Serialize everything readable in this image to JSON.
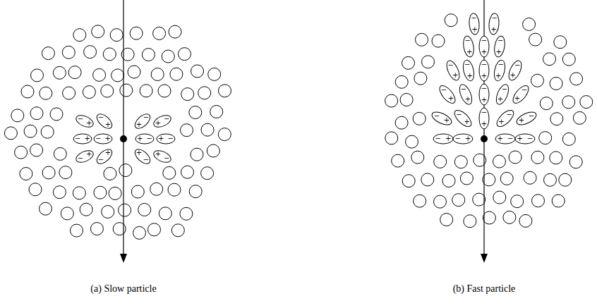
{
  "diagram": {
    "nodes": [
      {
        "text": [
          "−",
          "+"
        ]
      },
      {
        "text": [
          "−",
          "+"
        ]
      },
      {
        "text": [
          "+",
          "−"
        ]
      },
      {
        "text": [
          "+",
          "−"
        ]
      },
      {
        "text": [
          "−",
          "+"
        ]
      },
      {
        "text": [
          "−",
          "+"
        ]
      },
      {
        "text": [
          "+",
          "−"
        ]
      },
      {
        "text": [
          "+",
          "−"
        ]
      },
      {
        "text": [
          "−",
          "+"
        ]
      },
      {
        "text": [
          "−",
          "+"
        ]
      },
      {
        "text": [
          "+",
          "−"
        ]
      },
      {
        "text": [
          "+",
          "−"
        ]
      },
      {
        "text": [
          "−",
          "+"
        ]
      },
      {
        "text": [
          "−",
          "+"
        ]
      },
      {
        "text": [
          "−",
          "+"
        ]
      },
      {
        "text": [
          "−",
          "+"
        ]
      },
      {
        "text": [
          "−",
          "+"
        ]
      },
      {
        "text": [
          "−",
          "+"
        ]
      },
      {
        "text": [
          "−",
          "+"
        ]
      },
      {
        "text": [
          "−",
          "+"
        ]
      },
      {
        "text": [
          "−",
          "+"
        ]
      },
      {
        "text": [
          "−",
          "+"
        ]
      },
      {
        "text": [
          "−",
          "+"
        ]
      },
      {
        "text": [
          "−",
          "+"
        ]
      },
      {
        "text": [
          "−",
          "+"
        ]
      },
      {
        "text": [
          "−",
          "+"
        ]
      },
      {
        "text": [
          "−",
          "+"
        ]
      },
      {
        "text": [
          "−",
          "+"
        ]
      },
      {
        "text": [
          "−",
          "+"
        ]
      },
      {
        "text": [
          "−",
          "+"
        ]
      },
      {
        "text": [
          "+",
          "−"
        ]
      },
      {
        "text": [
          "+",
          "−"
        ]
      },
      {
        "text": [
          "−",
          "+"
        ]
      },
      {
        "text": [
          "−",
          "+"
        ]
      },
      {
        "text": [
          "+",
          "−"
        ]
      },
      {
        "text": [
          "+",
          "−"
        ]
      }
    ],
    "labels": [
      "(a) Slow particle",
      "(b) Fast particle"
    ]
  }
}
